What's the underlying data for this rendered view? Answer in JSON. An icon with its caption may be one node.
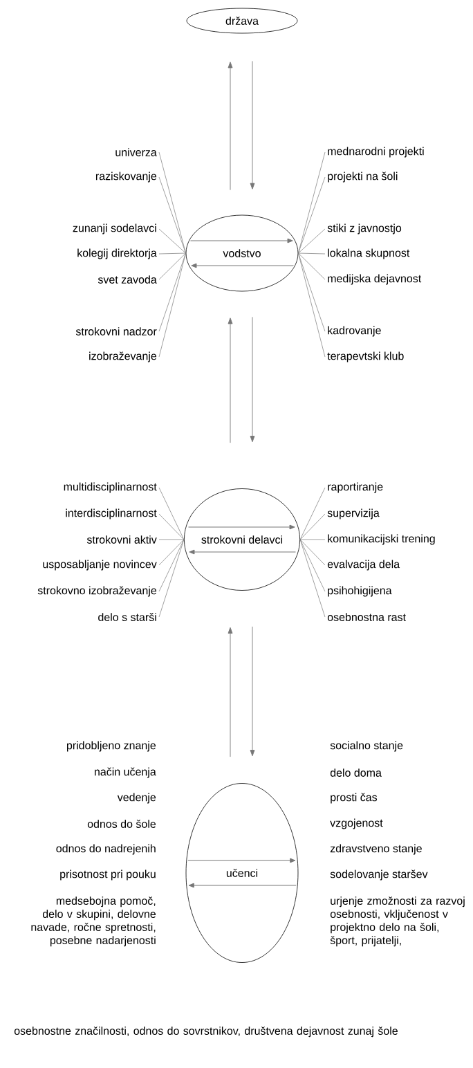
{
  "diagram": {
    "nodes": [
      {
        "text": [
          "država"
        ]
      },
      {
        "text": [
          "vodstvo"
        ]
      },
      {
        "text": [
          "strokovni delavci"
        ]
      },
      {
        "text": [
          "učenci"
        ]
      },
      {
        "text": [
          "univerza"
        ]
      },
      {
        "text": [
          "raziskovanje"
        ]
      },
      {
        "text": [
          "zunanji sodelavci"
        ]
      },
      {
        "text": [
          "kolegij direktorja"
        ]
      },
      {
        "text": [
          "svet zavoda"
        ]
      },
      {
        "text": [
          "strokovni nadzor"
        ]
      },
      {
        "text": [
          "izobraževanje"
        ]
      },
      {
        "text": [
          "mednarodni projekti"
        ]
      },
      {
        "text": [
          "projekti na šoli"
        ]
      },
      {
        "text": [
          "stiki z javnostjo"
        ]
      },
      {
        "text": [
          "lokalna skupnost"
        ]
      },
      {
        "text": [
          "medijska dejavnost"
        ]
      },
      {
        "text": [
          "kadrovanje"
        ]
      },
      {
        "text": [
          "terapevtski klub"
        ]
      },
      {
        "text": [
          "multidisciplinarnost"
        ]
      },
      {
        "text": [
          "interdisciplinarnost"
        ]
      },
      {
        "text": [
          "strokovni aktiv"
        ]
      },
      {
        "text": [
          "usposabljanje novincev"
        ]
      },
      {
        "text": [
          "strokovno izobraževanje"
        ]
      },
      {
        "text": [
          "delo s starši"
        ]
      },
      {
        "text": [
          "raportiranje"
        ]
      },
      {
        "text": [
          "supervizija"
        ]
      },
      {
        "text": [
          "komunikacijski trening"
        ]
      },
      {
        "text": [
          "evalvacija dela"
        ]
      },
      {
        "text": [
          "psihohigijena"
        ]
      },
      {
        "text": [
          "osebnostna rast"
        ]
      }
    ],
    "edges": [
      {
        "from": 1,
        "to": 0,
        "arrow": "to"
      },
      {
        "from": 0,
        "to": 1,
        "arrow": "to"
      },
      {
        "from": 2,
        "to": 1,
        "arrow": "to"
      },
      {
        "from": 1,
        "to": 2,
        "arrow": "to"
      },
      {
        "from": 3,
        "to": 2,
        "arrow": "to"
      },
      {
        "from": 2,
        "to": 3,
        "arrow": "to"
      },
      {
        "from": 4,
        "to": 1,
        "arrow": "none"
      },
      {
        "from": 5,
        "to": 1,
        "arrow": "none"
      },
      {
        "from": 6,
        "to": 1,
        "arrow": "none"
      },
      {
        "from": 7,
        "to": 1,
        "arrow": "none"
      },
      {
        "from": 8,
        "to": 1,
        "arrow": "none"
      },
      {
        "from": 9,
        "to": 1,
        "arrow": "none"
      },
      {
        "from": 10,
        "to": 1,
        "arrow": "none"
      },
      {
        "from": 11,
        "to": 1,
        "arrow": "none"
      },
      {
        "from": 12,
        "to": 1,
        "arrow": "none"
      },
      {
        "from": 13,
        "to": 1,
        "arrow": "none"
      },
      {
        "from": 14,
        "to": 1,
        "arrow": "none"
      },
      {
        "from": 15,
        "to": 1,
        "arrow": "none"
      },
      {
        "from": 16,
        "to": 1,
        "arrow": "none"
      },
      {
        "from": 17,
        "to": 1,
        "arrow": "none"
      },
      {
        "from": 18,
        "to": 2,
        "arrow": "none"
      },
      {
        "from": 19,
        "to": 2,
        "arrow": "none"
      },
      {
        "from": 20,
        "to": 2,
        "arrow": "none"
      },
      {
        "from": 21,
        "to": 2,
        "arrow": "none"
      },
      {
        "from": 22,
        "to": 2,
        "arrow": "none"
      },
      {
        "from": 23,
        "to": 2,
        "arrow": "none"
      },
      {
        "from": 24,
        "to": 2,
        "arrow": "none"
      },
      {
        "from": 25,
        "to": 2,
        "arrow": "none"
      },
      {
        "from": 26,
        "to": 2,
        "arrow": "none"
      },
      {
        "from": 27,
        "to": 2,
        "arrow": "none"
      },
      {
        "from": 28,
        "to": 2,
        "arrow": "none"
      },
      {
        "from": 29,
        "to": 2,
        "arrow": "none"
      }
    ],
    "labels": [
      "pridobljeno znanje",
      "socialno stanje",
      "način učenja",
      "delo doma",
      "vedenje",
      "prosti čas",
      "odnos do šole",
      "vzgojenost",
      "odnos do nadrejenih",
      "zdravstveno stanje",
      "prisotnost pri pouku",
      "sodelovanje staršev",
      "medsebojna pomoč, delo v skupini, delovne navade, ročne spretnosti, posebne nadarjenosti",
      "urjenje zmožnosti za razvoj osebnosti, vključenost v projektno delo na šoli, šport, prijatelji,",
      "osebnostne značilnosti, odnos do sovrstnikov, društvena dejavnost zunaj šole"
    ]
  }
}
